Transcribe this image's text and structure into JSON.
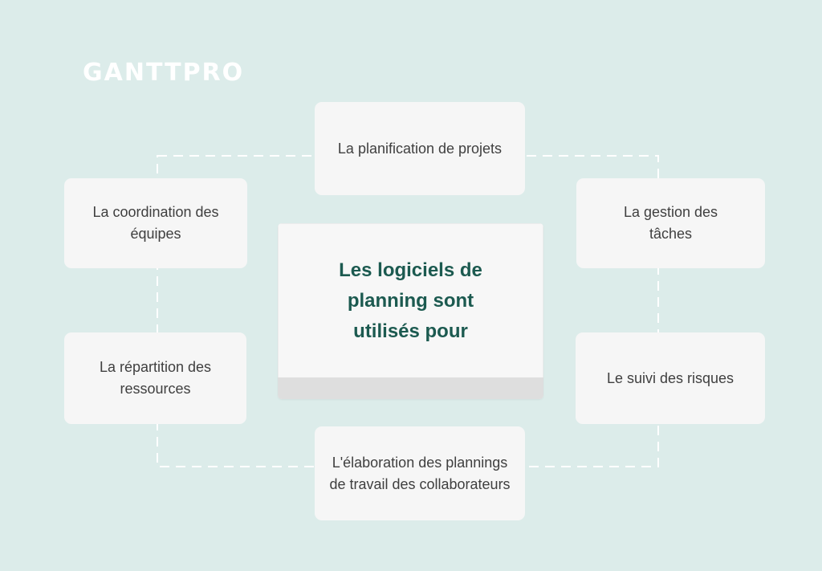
{
  "brand": {
    "logo_text": "GANTTPRO"
  },
  "center": {
    "title": "Les logiciels de planning sont utilisés pour"
  },
  "cards": {
    "project_planning": "La planification de projets",
    "team_coordination": "La coordination des équipes",
    "task_management": "La gestion des tâches",
    "resource_allocation": "La répartition des ressources",
    "risk_tracking": "Le suivi des risques",
    "work_schedule": "L'élaboration des plannings de travail des collaborateurs"
  },
  "colors": {
    "background": "#dcecea",
    "card": "#f6f6f6",
    "title_text": "#1c5a50",
    "body_text": "#3f3f3f",
    "connector": "#ffffff",
    "logo": "#ffffff"
  }
}
